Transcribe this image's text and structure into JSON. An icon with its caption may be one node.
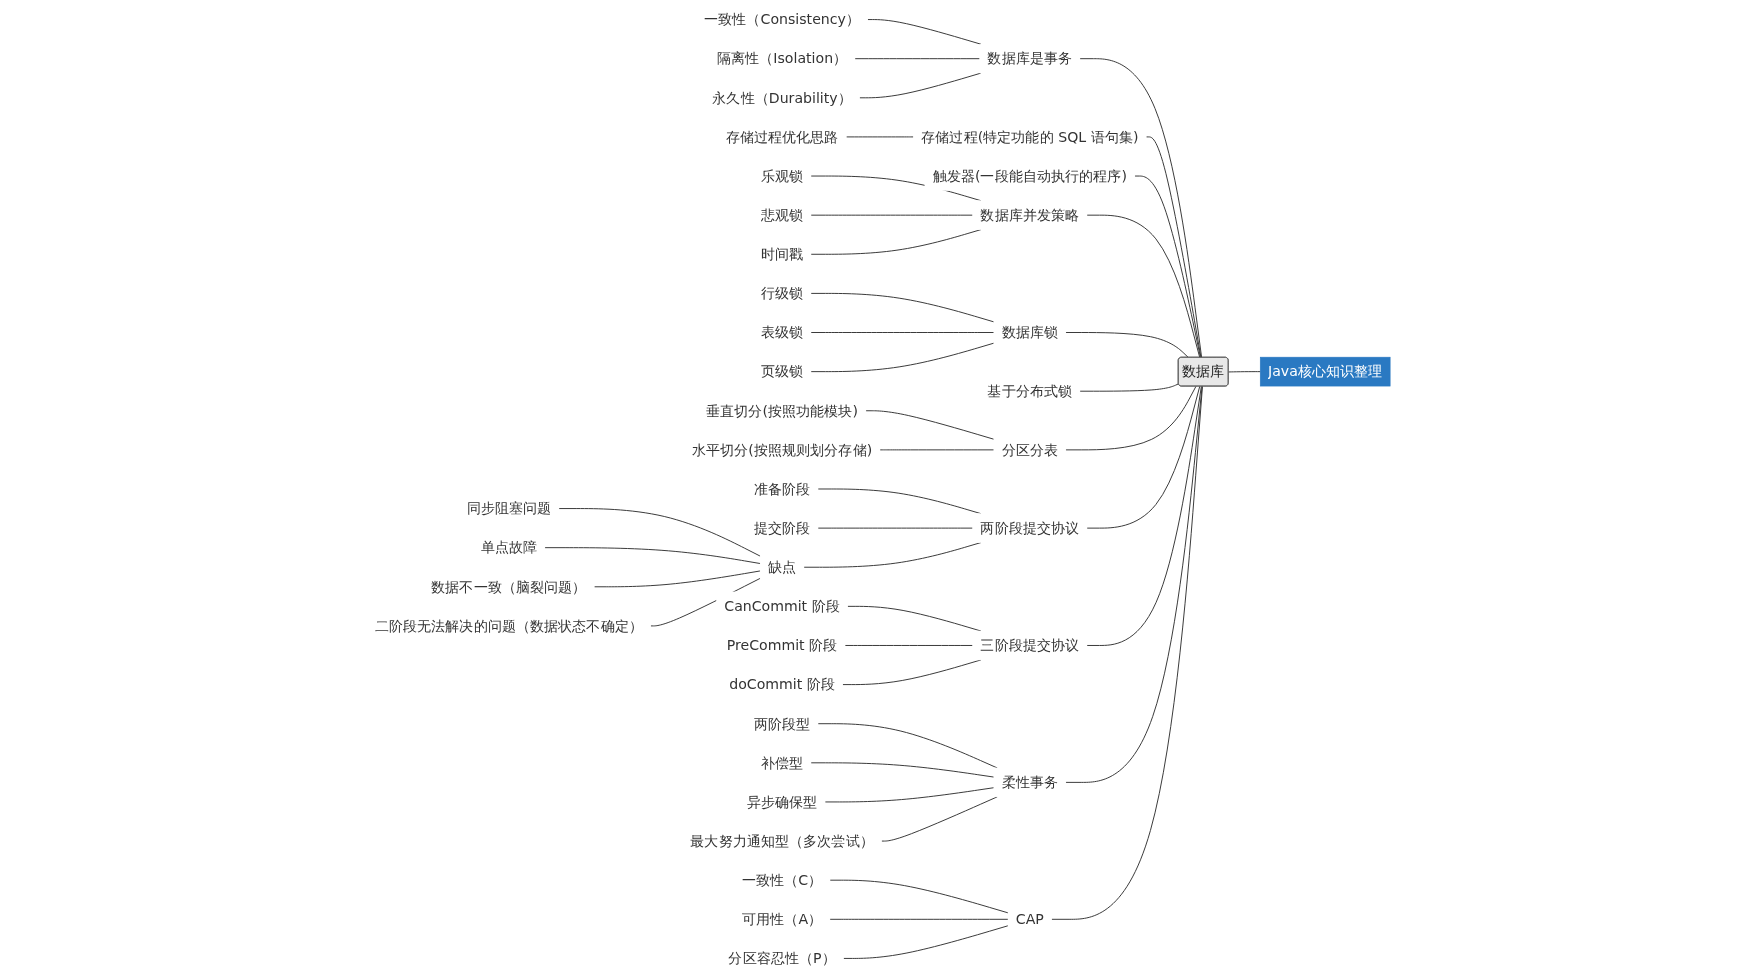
{
  "diagram": {
    "nodes": [
      {
        "text": [
          "Java核心知识整理"
        ]
      },
      {
        "text": [
          "数据库"
        ]
      },
      {
        "text": [
          "数据库是事务"
        ]
      },
      {
        "text": [
          "一致性（Consistency）"
        ]
      },
      {
        "text": [
          "隔离性（Isolation）"
        ]
      },
      {
        "text": [
          "永久性（Durability）"
        ]
      },
      {
        "text": [
          "存储过程(特定功能的 SQL 语句集)"
        ]
      },
      {
        "text": [
          "存储过程优化思路"
        ]
      },
      {
        "text": [
          "触发器(一段能自动执行的程序)"
        ]
      },
      {
        "text": [
          "数据库并发策略"
        ]
      },
      {
        "text": [
          "乐观锁"
        ]
      },
      {
        "text": [
          "悲观锁"
        ]
      },
      {
        "text": [
          "时间戳"
        ]
      },
      {
        "text": [
          "数据库锁"
        ]
      },
      {
        "text": [
          "行级锁"
        ]
      },
      {
        "text": [
          "表级锁"
        ]
      },
      {
        "text": [
          "页级锁"
        ]
      },
      {
        "text": [
          "基于分布式锁"
        ]
      },
      {
        "text": [
          "分区分表"
        ]
      },
      {
        "text": [
          "垂直切分(按照功能模块)"
        ]
      },
      {
        "text": [
          "水平切分(按照规则划分存储)"
        ]
      },
      {
        "text": [
          "两阶段提交协议"
        ]
      },
      {
        "text": [
          "准备阶段"
        ]
      },
      {
        "text": [
          "提交阶段"
        ]
      },
      {
        "text": [
          "缺点"
        ]
      },
      {
        "text": [
          "同步阻塞问题"
        ]
      },
      {
        "text": [
          "单点故障"
        ]
      },
      {
        "text": [
          "数据不一致（脑裂问题）"
        ]
      },
      {
        "text": [
          "二阶段无法解决的问题（数据状态不确定）"
        ]
      },
      {
        "text": [
          "三阶段提交协议"
        ]
      },
      {
        "text": [
          "CanCommit 阶段"
        ]
      },
      {
        "text": [
          "PreCommit 阶段"
        ]
      },
      {
        "text": [
          "doCommit 阶段"
        ]
      },
      {
        "text": [
          "柔性事务"
        ]
      },
      {
        "text": [
          "两阶段型"
        ]
      },
      {
        "text": [
          "补偿型"
        ]
      },
      {
        "text": [
          "异步确保型"
        ]
      },
      {
        "text": [
          "最大努力通知型（多次尝试）"
        ]
      },
      {
        "text": [
          "CAP"
        ]
      },
      {
        "text": [
          "一致性（C）"
        ]
      },
      {
        "text": [
          "可用性（A）"
        ]
      },
      {
        "text": [
          "分区容忍性（P）"
        ]
      }
    ],
    "edges": [
      {
        "from": 0,
        "to": 1,
        "arrow": "none"
      },
      {
        "from": 1,
        "to": 2,
        "arrow": "none"
      },
      {
        "from": 2,
        "to": 3,
        "arrow": "none"
      },
      {
        "from": 2,
        "to": 4,
        "arrow": "none"
      },
      {
        "from": 2,
        "to": 5,
        "arrow": "none"
      },
      {
        "from": 1,
        "to": 6,
        "arrow": "none"
      },
      {
        "from": 6,
        "to": 7,
        "arrow": "none"
      },
      {
        "from": 1,
        "to": 8,
        "arrow": "none"
      },
      {
        "from": 1,
        "to": 9,
        "arrow": "none"
      },
      {
        "from": 9,
        "to": 10,
        "arrow": "none"
      },
      {
        "from": 9,
        "to": 11,
        "arrow": "none"
      },
      {
        "from": 9,
        "to": 12,
        "arrow": "none"
      },
      {
        "from": 1,
        "to": 13,
        "arrow": "none"
      },
      {
        "from": 13,
        "to": 14,
        "arrow": "none"
      },
      {
        "from": 13,
        "to": 15,
        "arrow": "none"
      },
      {
        "from": 13,
        "to": 16,
        "arrow": "none"
      },
      {
        "from": 1,
        "to": 17,
        "arrow": "none"
      },
      {
        "from": 1,
        "to": 18,
        "arrow": "none"
      },
      {
        "from": 18,
        "to": 19,
        "arrow": "none"
      },
      {
        "from": 18,
        "to": 20,
        "arrow": "none"
      },
      {
        "from": 1,
        "to": 21,
        "arrow": "none"
      },
      {
        "from": 21,
        "to": 22,
        "arrow": "none"
      },
      {
        "from": 21,
        "to": 23,
        "arrow": "none"
      },
      {
        "from": 21,
        "to": 24,
        "arrow": "none"
      },
      {
        "from": 24,
        "to": 25,
        "arrow": "none"
      },
      {
        "from": 24,
        "to": 26,
        "arrow": "none"
      },
      {
        "from": 24,
        "to": 27,
        "arrow": "none"
      },
      {
        "from": 24,
        "to": 28,
        "arrow": "none"
      },
      {
        "from": 1,
        "to": 29,
        "arrow": "none"
      },
      {
        "from": 29,
        "to": 30,
        "arrow": "none"
      },
      {
        "from": 29,
        "to": 31,
        "arrow": "none"
      },
      {
        "from": 29,
        "to": 32,
        "arrow": "none"
      },
      {
        "from": 1,
        "to": 33,
        "arrow": "none"
      },
      {
        "from": 33,
        "to": 34,
        "arrow": "none"
      },
      {
        "from": 33,
        "to": 35,
        "arrow": "none"
      },
      {
        "from": 33,
        "to": 36,
        "arrow": "none"
      },
      {
        "from": 33,
        "to": 37,
        "arrow": "none"
      },
      {
        "from": 1,
        "to": 38,
        "arrow": "none"
      },
      {
        "from": 38,
        "to": 39,
        "arrow": "none"
      },
      {
        "from": 38,
        "to": 40,
        "arrow": "none"
      },
      {
        "from": 38,
        "to": 41,
        "arrow": "none"
      }
    ]
  }
}
